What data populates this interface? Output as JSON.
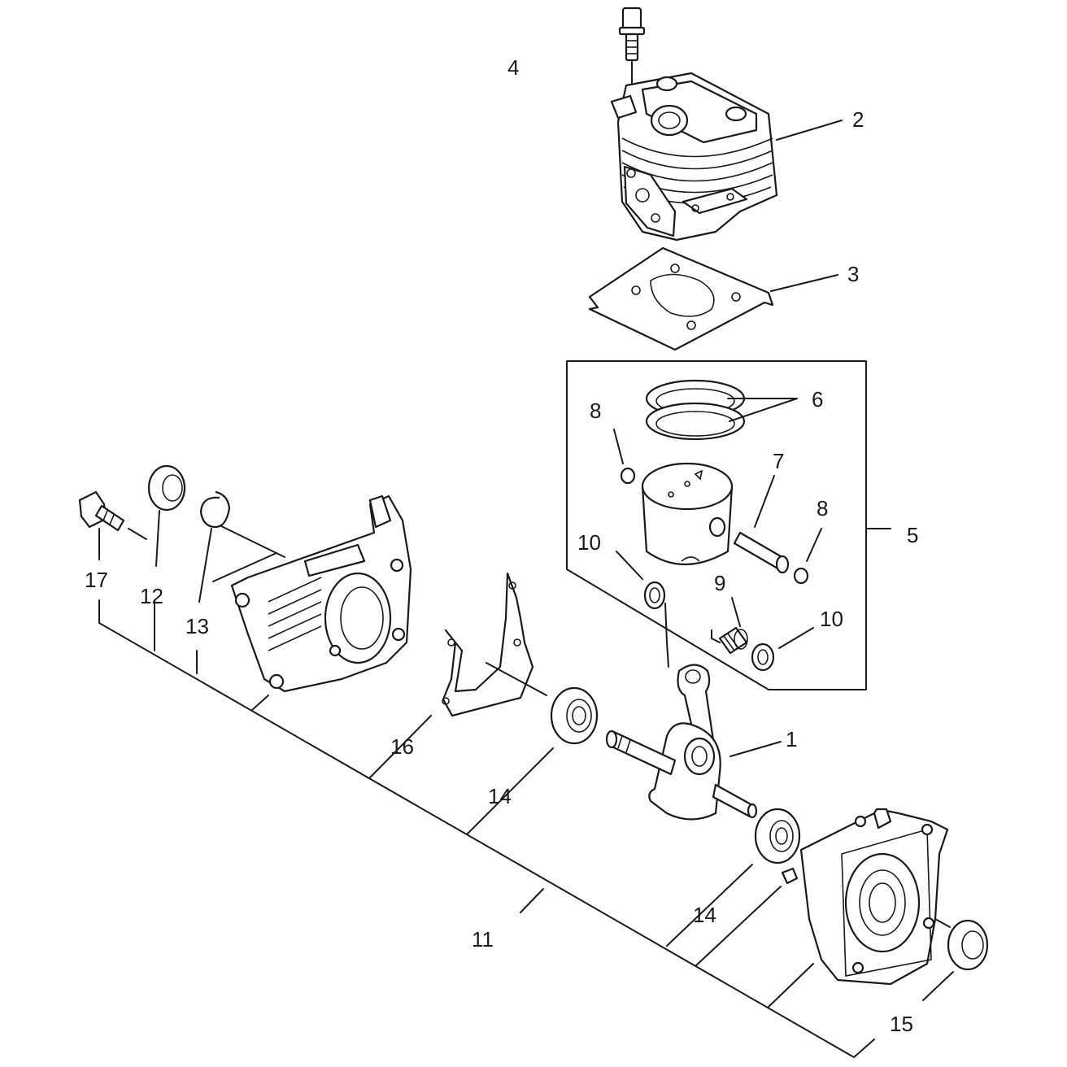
{
  "callouts": {
    "c1": "1",
    "c2": "2",
    "c3": "3",
    "c4": "4",
    "c5": "5",
    "c6": "6",
    "c7": "7",
    "c8a": "8",
    "c8b": "8",
    "c9": "9",
    "c10a": "10",
    "c10b": "10",
    "c11": "11",
    "c12": "12",
    "c13": "13",
    "c14a": "14",
    "c14b": "14",
    "c15": "15",
    "c16": "16",
    "c17": "17"
  }
}
